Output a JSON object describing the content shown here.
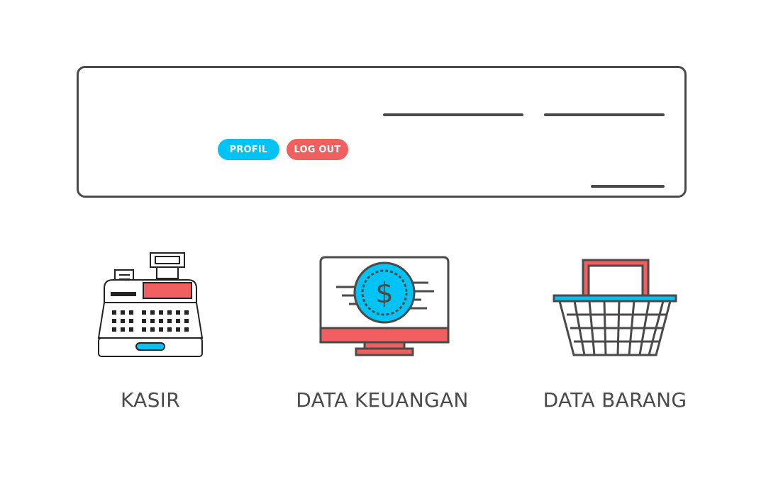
{
  "header": {
    "buttons": {
      "profile_label": "PROFIL",
      "logout_label": "LOG OUT"
    }
  },
  "menu": {
    "items": [
      {
        "label": "KASIR",
        "icon": "cash-register-icon"
      },
      {
        "label": "DATA KEUANGAN",
        "icon": "finance-monitor-icon"
      },
      {
        "label": "DATA BARANG",
        "icon": "shopping-basket-icon"
      }
    ]
  },
  "colors": {
    "accent_blue": "#00c3f5",
    "accent_red": "#f06060",
    "outline": "#4a4a4a"
  }
}
